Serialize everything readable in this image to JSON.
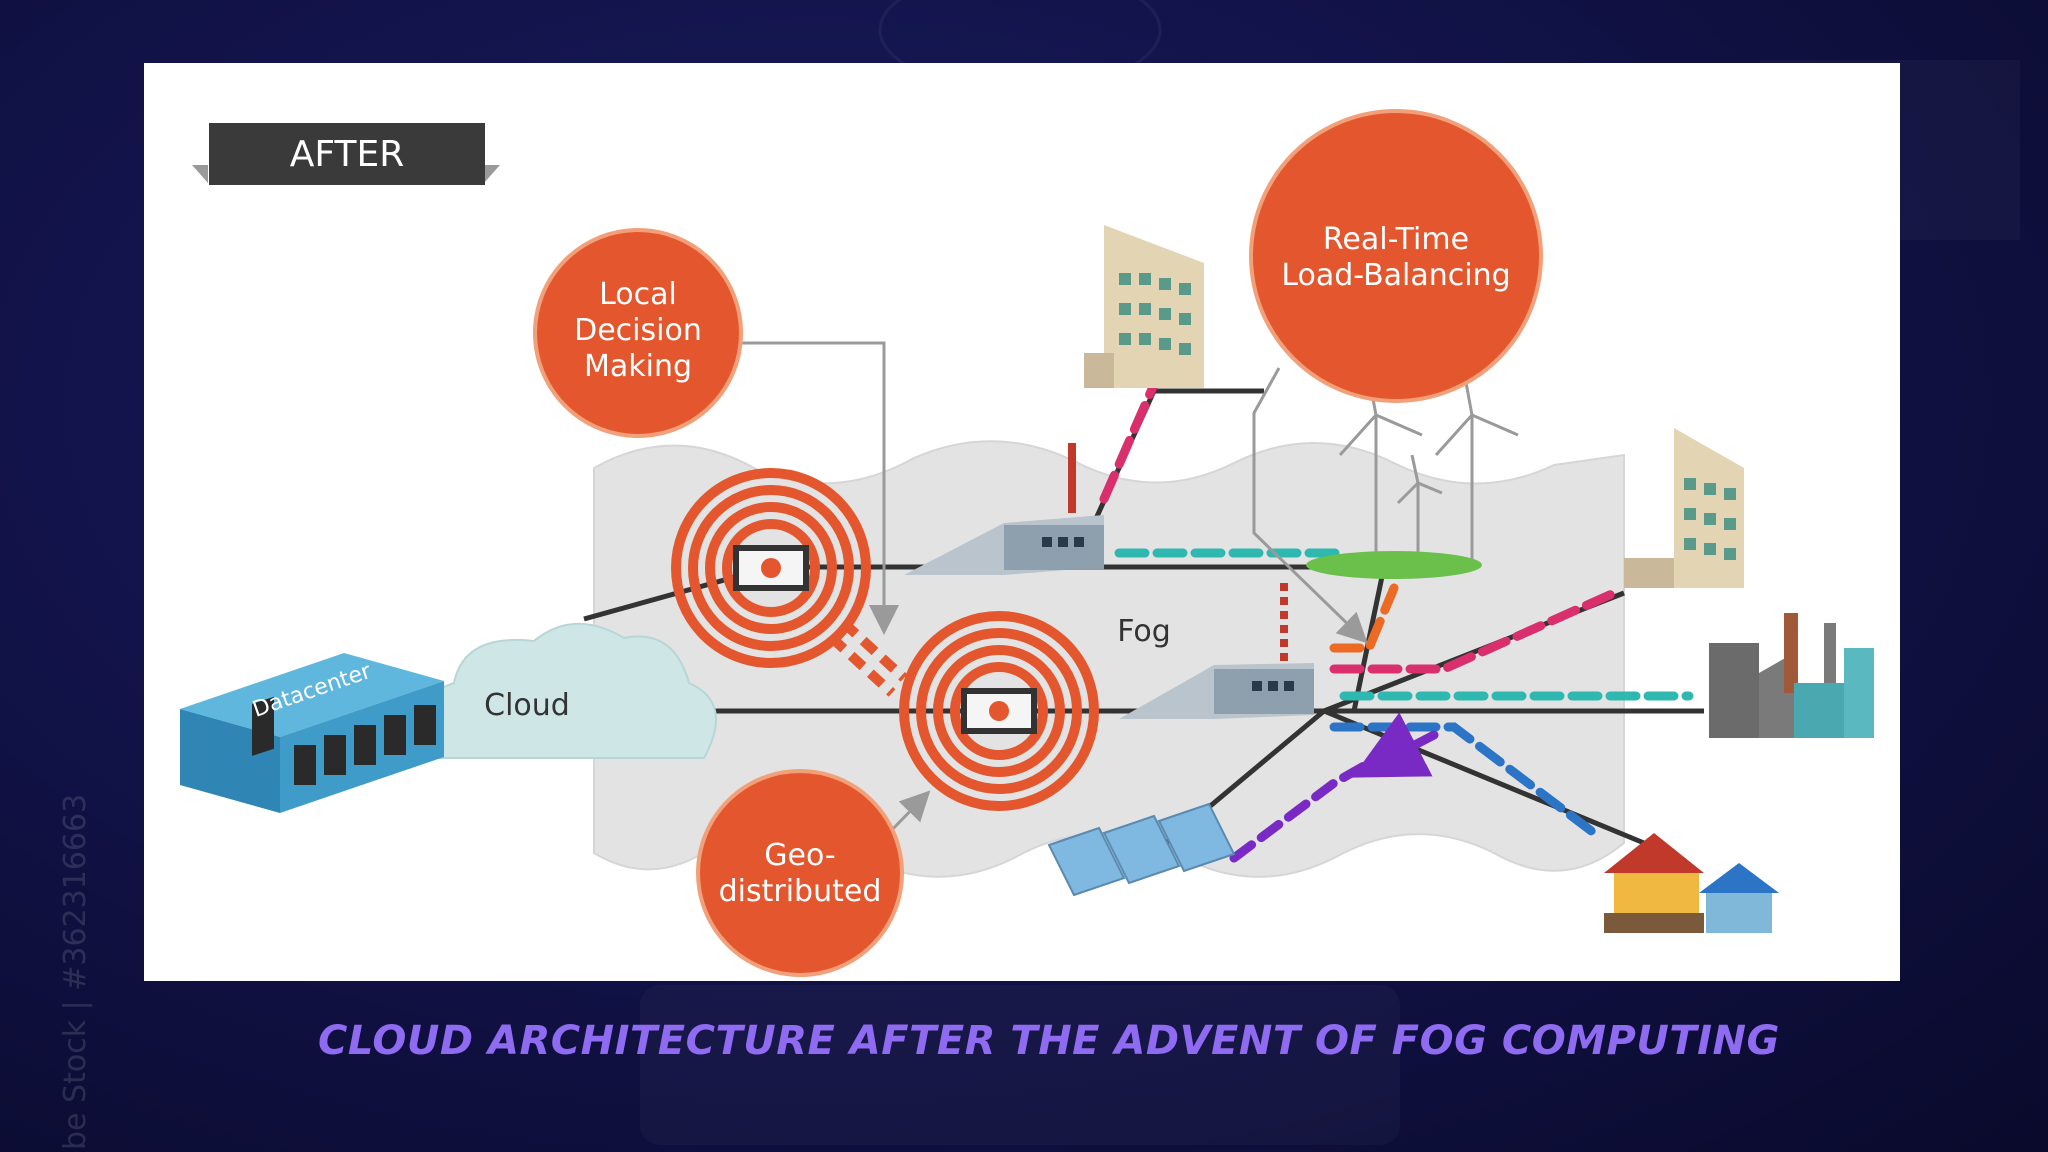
{
  "header": {
    "badge": "AFTER"
  },
  "bubbles": {
    "local_decision": [
      "Local",
      "Decision",
      "Making"
    ],
    "realtime_lb": [
      "Real-Time",
      "Load-Balancing"
    ],
    "geo_distributed": [
      "Geo-",
      "distributed"
    ]
  },
  "labels": {
    "cloud": "Cloud",
    "fog": "Fog",
    "datacenter": "Datacenter"
  },
  "caption": "CLOUD ARCHITECTURE AFTER THE ADVENT OF FOG COMPUTING",
  "watermark": "be Stock | #362316663",
  "colors": {
    "bubble": "#e4572e",
    "badge": "#3a3a3a",
    "caption": "#8f6bf2",
    "fog": "#e3e3e3",
    "cloud": "#cfe6e6",
    "datacenter": "#3f9cc8",
    "teal": "#2fb8b0",
    "pink": "#d92f6d",
    "orange": "#ec6a23",
    "blue": "#2c74c6",
    "purple": "#7a2ac4",
    "green": "#6ac04a"
  }
}
